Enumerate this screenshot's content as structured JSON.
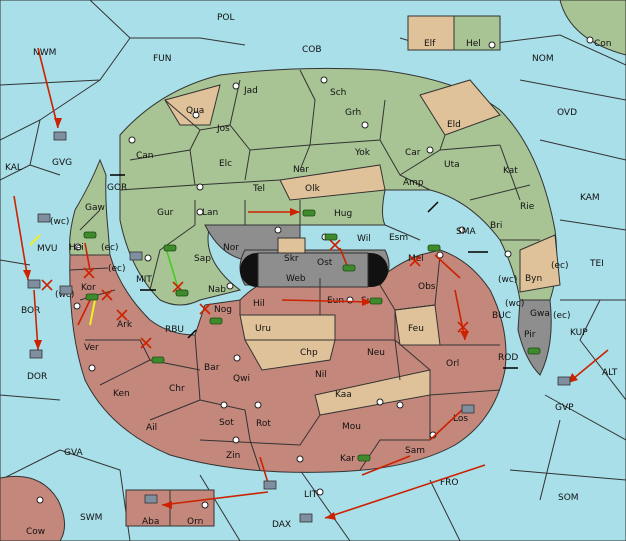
{
  "colors": {
    "sea": "#a8dfe8",
    "green": "#a8c494",
    "red": "#c4877b",
    "tan": "#e0c29a",
    "gray": "#8e8e8e",
    "order_arrow": "#cc2200",
    "support_line": "#44cc22",
    "convoy_line": "#eeee22"
  },
  "sea_labels": [
    "POL",
    "COB",
    "FUN",
    "NWM",
    "NOM",
    "KAL",
    "OVD",
    "KAM",
    "TEI",
    "ALT",
    "KUP",
    "SMA",
    "GOR",
    "MIT",
    "MVU",
    "RBU",
    "BUC",
    "ROD",
    "GVA",
    "SWM",
    "LIT",
    "FRO",
    "SOM",
    "DAX",
    "BOR",
    "DOR",
    "GVG",
    "GVP"
  ],
  "green_labels": [
    "Jad",
    "Sch",
    "Grh",
    "Jos",
    "Qua",
    "Eld",
    "Can",
    "Yok",
    "Car",
    "Uta",
    "Kat",
    "Elc",
    "Nar",
    "Amp",
    "Olk",
    "Tel",
    "Rie",
    "Gur",
    "Lan",
    "Hug",
    "Bri",
    "Gaw",
    "Esm",
    "Wil",
    "Nor",
    "Sap",
    "Nab",
    "Mel",
    "Byn",
    "Elf",
    "Hel",
    "Con"
  ],
  "red_labels": [
    "Hei",
    "Kor",
    "Ark",
    "Ver",
    "Ken",
    "Chr",
    "Ail",
    "Nog",
    "Hil",
    "Eun",
    "Sun",
    "Obs",
    "Uru",
    "Feu",
    "Chp",
    "Neu",
    "Orl",
    "Bar",
    "Qwi",
    "Nil",
    "Kaa",
    "Sot",
    "Rot",
    "Mou",
    "Los",
    "Zin",
    "Kar",
    "Sam",
    "Aba",
    "Orn",
    "Gwa"
  ],
  "gray_labels": [
    "Skr",
    "Web",
    "Ost",
    "Pir",
    "Cow"
  ],
  "small_labels": [
    "(wc)",
    "(ec)",
    "(wc)",
    "(ec)",
    "(wc)",
    "(ec)",
    "(wc)",
    "(ec)"
  ]
}
